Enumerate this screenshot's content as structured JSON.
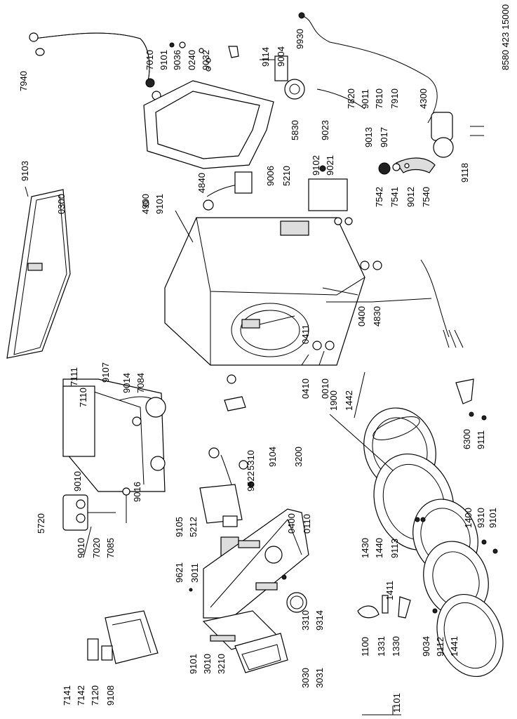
{
  "document_code": "8580 423 15000",
  "labels": [
    "7010",
    "9101",
    "9036",
    "0240",
    "9032",
    "7940",
    "9114",
    "9004",
    "9930",
    "7820",
    "9011",
    "7810",
    "7910",
    "4300",
    "5830",
    "9023",
    "9006",
    "5210",
    "9102",
    "9021",
    "9013",
    "9017",
    "9118",
    "7542",
    "7541",
    "9012",
    "7540",
    "9103",
    "0300",
    "4900",
    "9101",
    "4840",
    "0400",
    "4830",
    "0411",
    "0410",
    "0010",
    "0110",
    "0400",
    "1900",
    "1442",
    "7111",
    "7110",
    "9107",
    "9014",
    "7084",
    "9010",
    "9016",
    "5720",
    "9010",
    "7020",
    "7085",
    "9105",
    "5212",
    "5310",
    "9522",
    "9104",
    "3200",
    "9621",
    "3011",
    "6300",
    "9111",
    "1430",
    "1440",
    "9113",
    "1400",
    "9310",
    "9101",
    "1411",
    "3310",
    "9314",
    "9101",
    "3010",
    "3210",
    "3030",
    "3031",
    "7141",
    "7142",
    "7120",
    "9108",
    "1100",
    "1331",
    "1330",
    "1101",
    "9034",
    "9112",
    "1441"
  ]
}
